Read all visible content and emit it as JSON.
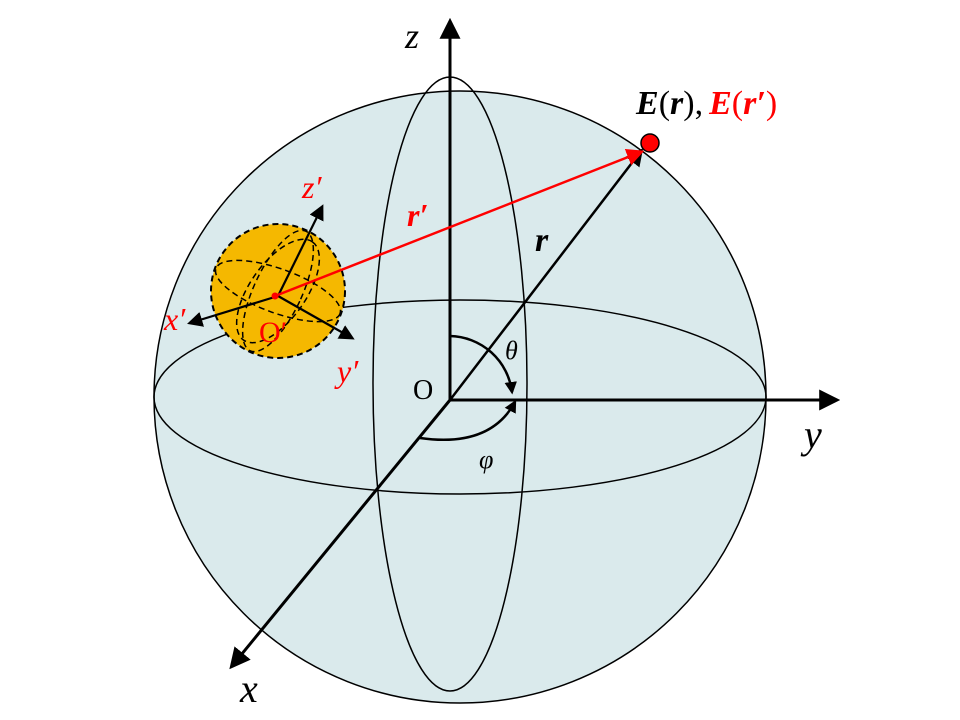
{
  "labels": {
    "axis_z": "z",
    "axis_y": "y",
    "axis_x": "x",
    "origin": "O",
    "theta": "θ",
    "phi": "φ",
    "r": "r",
    "r_prime": "r′",
    "field_E": "E",
    "field_open": "(",
    "field_r": "r",
    "field_close": ")",
    "field_sep": ",",
    "field_E2": "E",
    "field_open2": "(",
    "field_r2": "r′",
    "field_close2": ")",
    "local_z": "z′",
    "local_x": "x′",
    "local_y": "y′",
    "local_origin": "O′"
  },
  "colors": {
    "sphere_fill": "#daeaec",
    "small_sphere_fill": "#f5b800",
    "red": "#ff0000",
    "black": "#000000"
  }
}
